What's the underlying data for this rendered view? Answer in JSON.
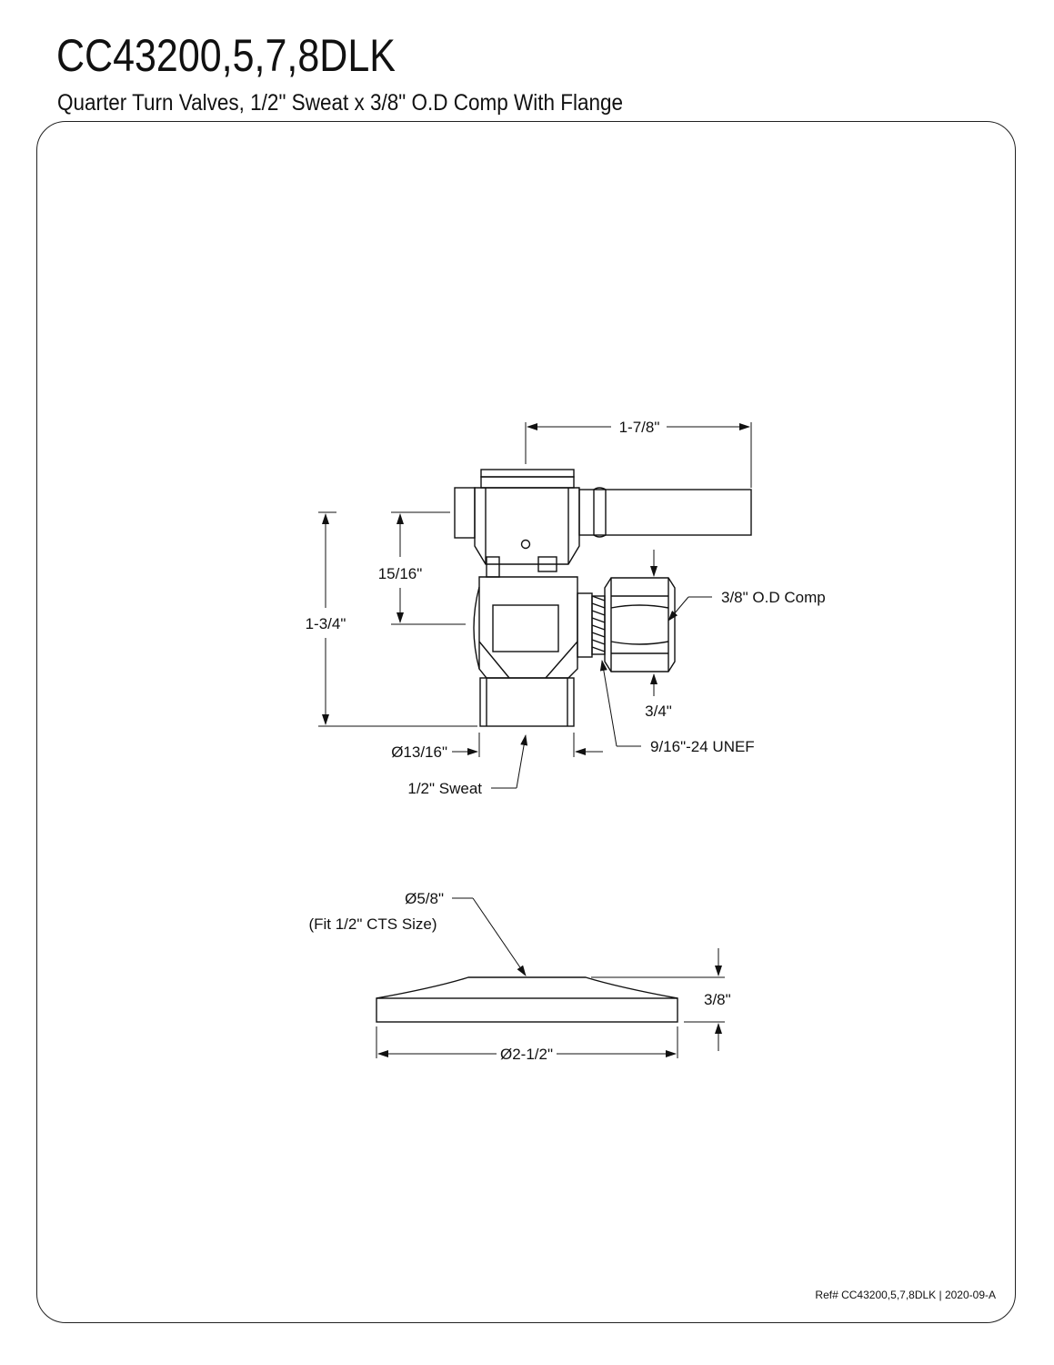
{
  "header": {
    "title": "CC43200,5,7,8DLK",
    "subtitle": "Quarter Turn Valves, 1/2\" Sweat x 3/8\" O.D Comp With Flange"
  },
  "dimensions": {
    "handle_length": "1-7/8\"",
    "handle_height": "15/16\"",
    "overall_height": "1-3/4\"",
    "comp_outlet": "3/8\" O.D Comp",
    "outlet_length": "3/4\"",
    "thread": "9/16\"-24 UNEF",
    "inlet_diameter": "Ø13/16\"",
    "inlet_type": "1/2\" Sweat",
    "flange_hole": "Ø5/8\"",
    "flange_fit": "(Fit 1/2\" CTS Size)",
    "flange_height": "3/8\"",
    "flange_diameter": "Ø2-1/2\""
  },
  "footer": {
    "ref": "Ref# CC43200,5,7,8DLK | 2020-09-A"
  }
}
